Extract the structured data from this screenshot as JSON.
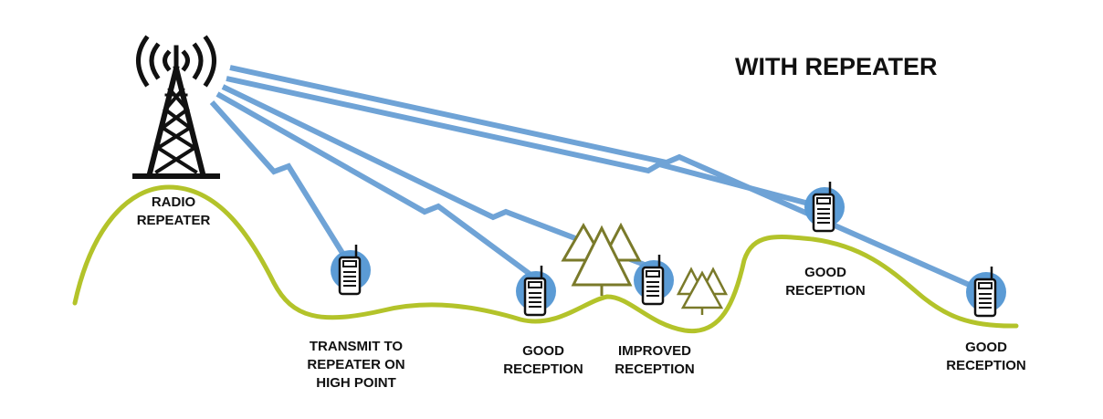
{
  "title": "WITH REPEATER",
  "colors": {
    "signal": "#6fa3d6",
    "terrain": "#b3c32a",
    "tower": "#111111",
    "radio_circle": "#5b9bd5",
    "tree": "#7a7a2a"
  },
  "labels": {
    "repeater": [
      "RADIO",
      "REPEATER"
    ],
    "transmit": [
      "TRANSMIT TO",
      "REPEATER ON",
      "HIGH POINT"
    ],
    "good1": [
      "GOOD",
      "RECEPTION"
    ],
    "improved": [
      "IMPROVED",
      "RECEPTION"
    ],
    "good2": [
      "GOOD",
      "RECEPTION"
    ],
    "good3": [
      "GOOD",
      "RECEPTION"
    ]
  },
  "icons": [
    "radio-tower-icon",
    "handheld-radio-icon",
    "pine-tree-icon",
    "lightning-signal-icon"
  ]
}
